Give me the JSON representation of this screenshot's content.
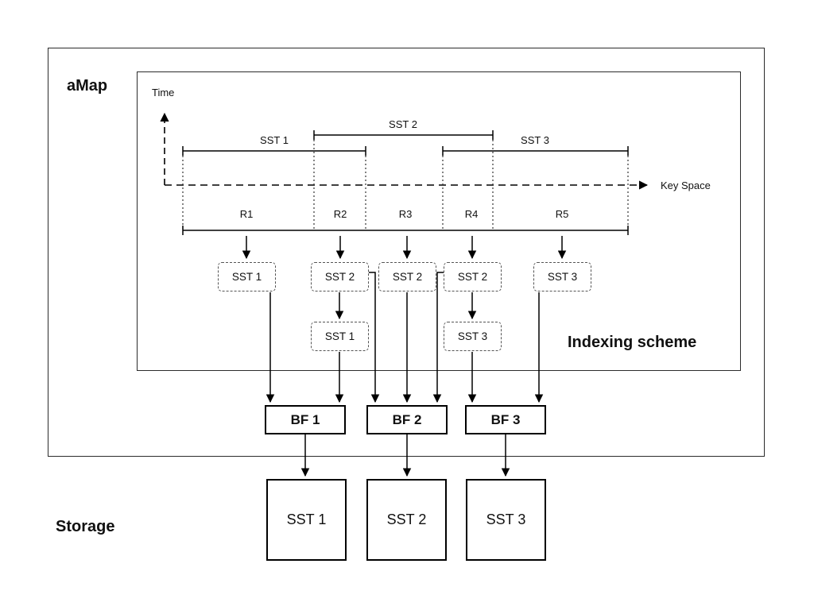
{
  "labels": {
    "amap": "aMap",
    "indexing_scheme": "Indexing scheme",
    "storage": "Storage",
    "time_axis": "Time",
    "key_space_axis": "Key Space"
  },
  "spans": [
    {
      "label": "SST 1"
    },
    {
      "label": "SST 2"
    },
    {
      "label": "SST 3"
    }
  ],
  "regions": [
    {
      "label": "R1"
    },
    {
      "label": "R2"
    },
    {
      "label": "R3"
    },
    {
      "label": "R4"
    },
    {
      "label": "R5"
    }
  ],
  "index_boxes": {
    "row1": [
      {
        "label": "SST 1"
      },
      {
        "label": "SST 2"
      },
      {
        "label": "SST 2"
      },
      {
        "label": "SST 2"
      },
      {
        "label": "SST 3"
      }
    ],
    "row2": [
      {
        "label": "SST 1"
      },
      {
        "label": "SST 3"
      }
    ]
  },
  "bloom_filters": [
    {
      "label": "BF 1"
    },
    {
      "label": "BF 2"
    },
    {
      "label": "BF 3"
    }
  ],
  "storage_boxes": [
    {
      "label": "SST 1"
    },
    {
      "label": "SST 2"
    },
    {
      "label": "SST 3"
    }
  ],
  "colors": {
    "line": "#000000",
    "background": "#ffffff"
  }
}
